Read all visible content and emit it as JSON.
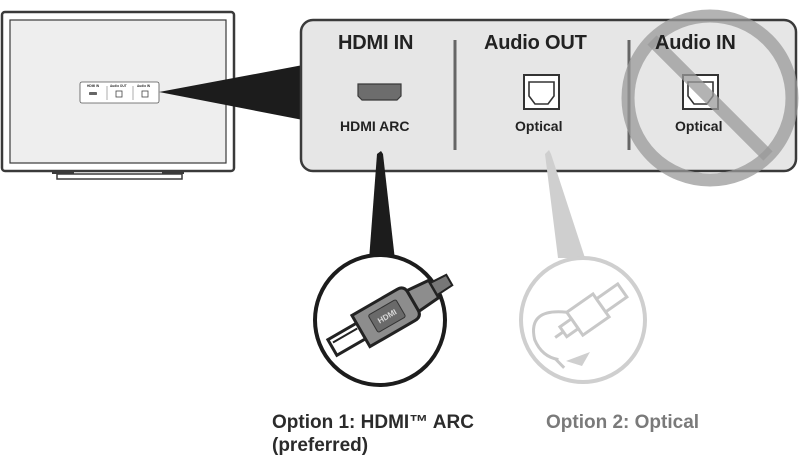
{
  "panel": {
    "ports": [
      {
        "header": "HDMI IN",
        "connector": "HDMI ARC"
      },
      {
        "header": "Audio OUT",
        "connector": "Optical"
      },
      {
        "header": "Audio IN",
        "connector": "Optical"
      }
    ]
  },
  "options": {
    "option1_line1": "Option 1: HDMI™ ARC",
    "option1_line2": "(preferred)",
    "option2": "Option 2: Optical"
  },
  "colors": {
    "panel_fill": "#e6e6e6",
    "outline": "#3a3a3a",
    "hdmi_cable": "#222222",
    "optical_cable": "#cfcfcf",
    "prohibited": "#9a9a9a"
  }
}
